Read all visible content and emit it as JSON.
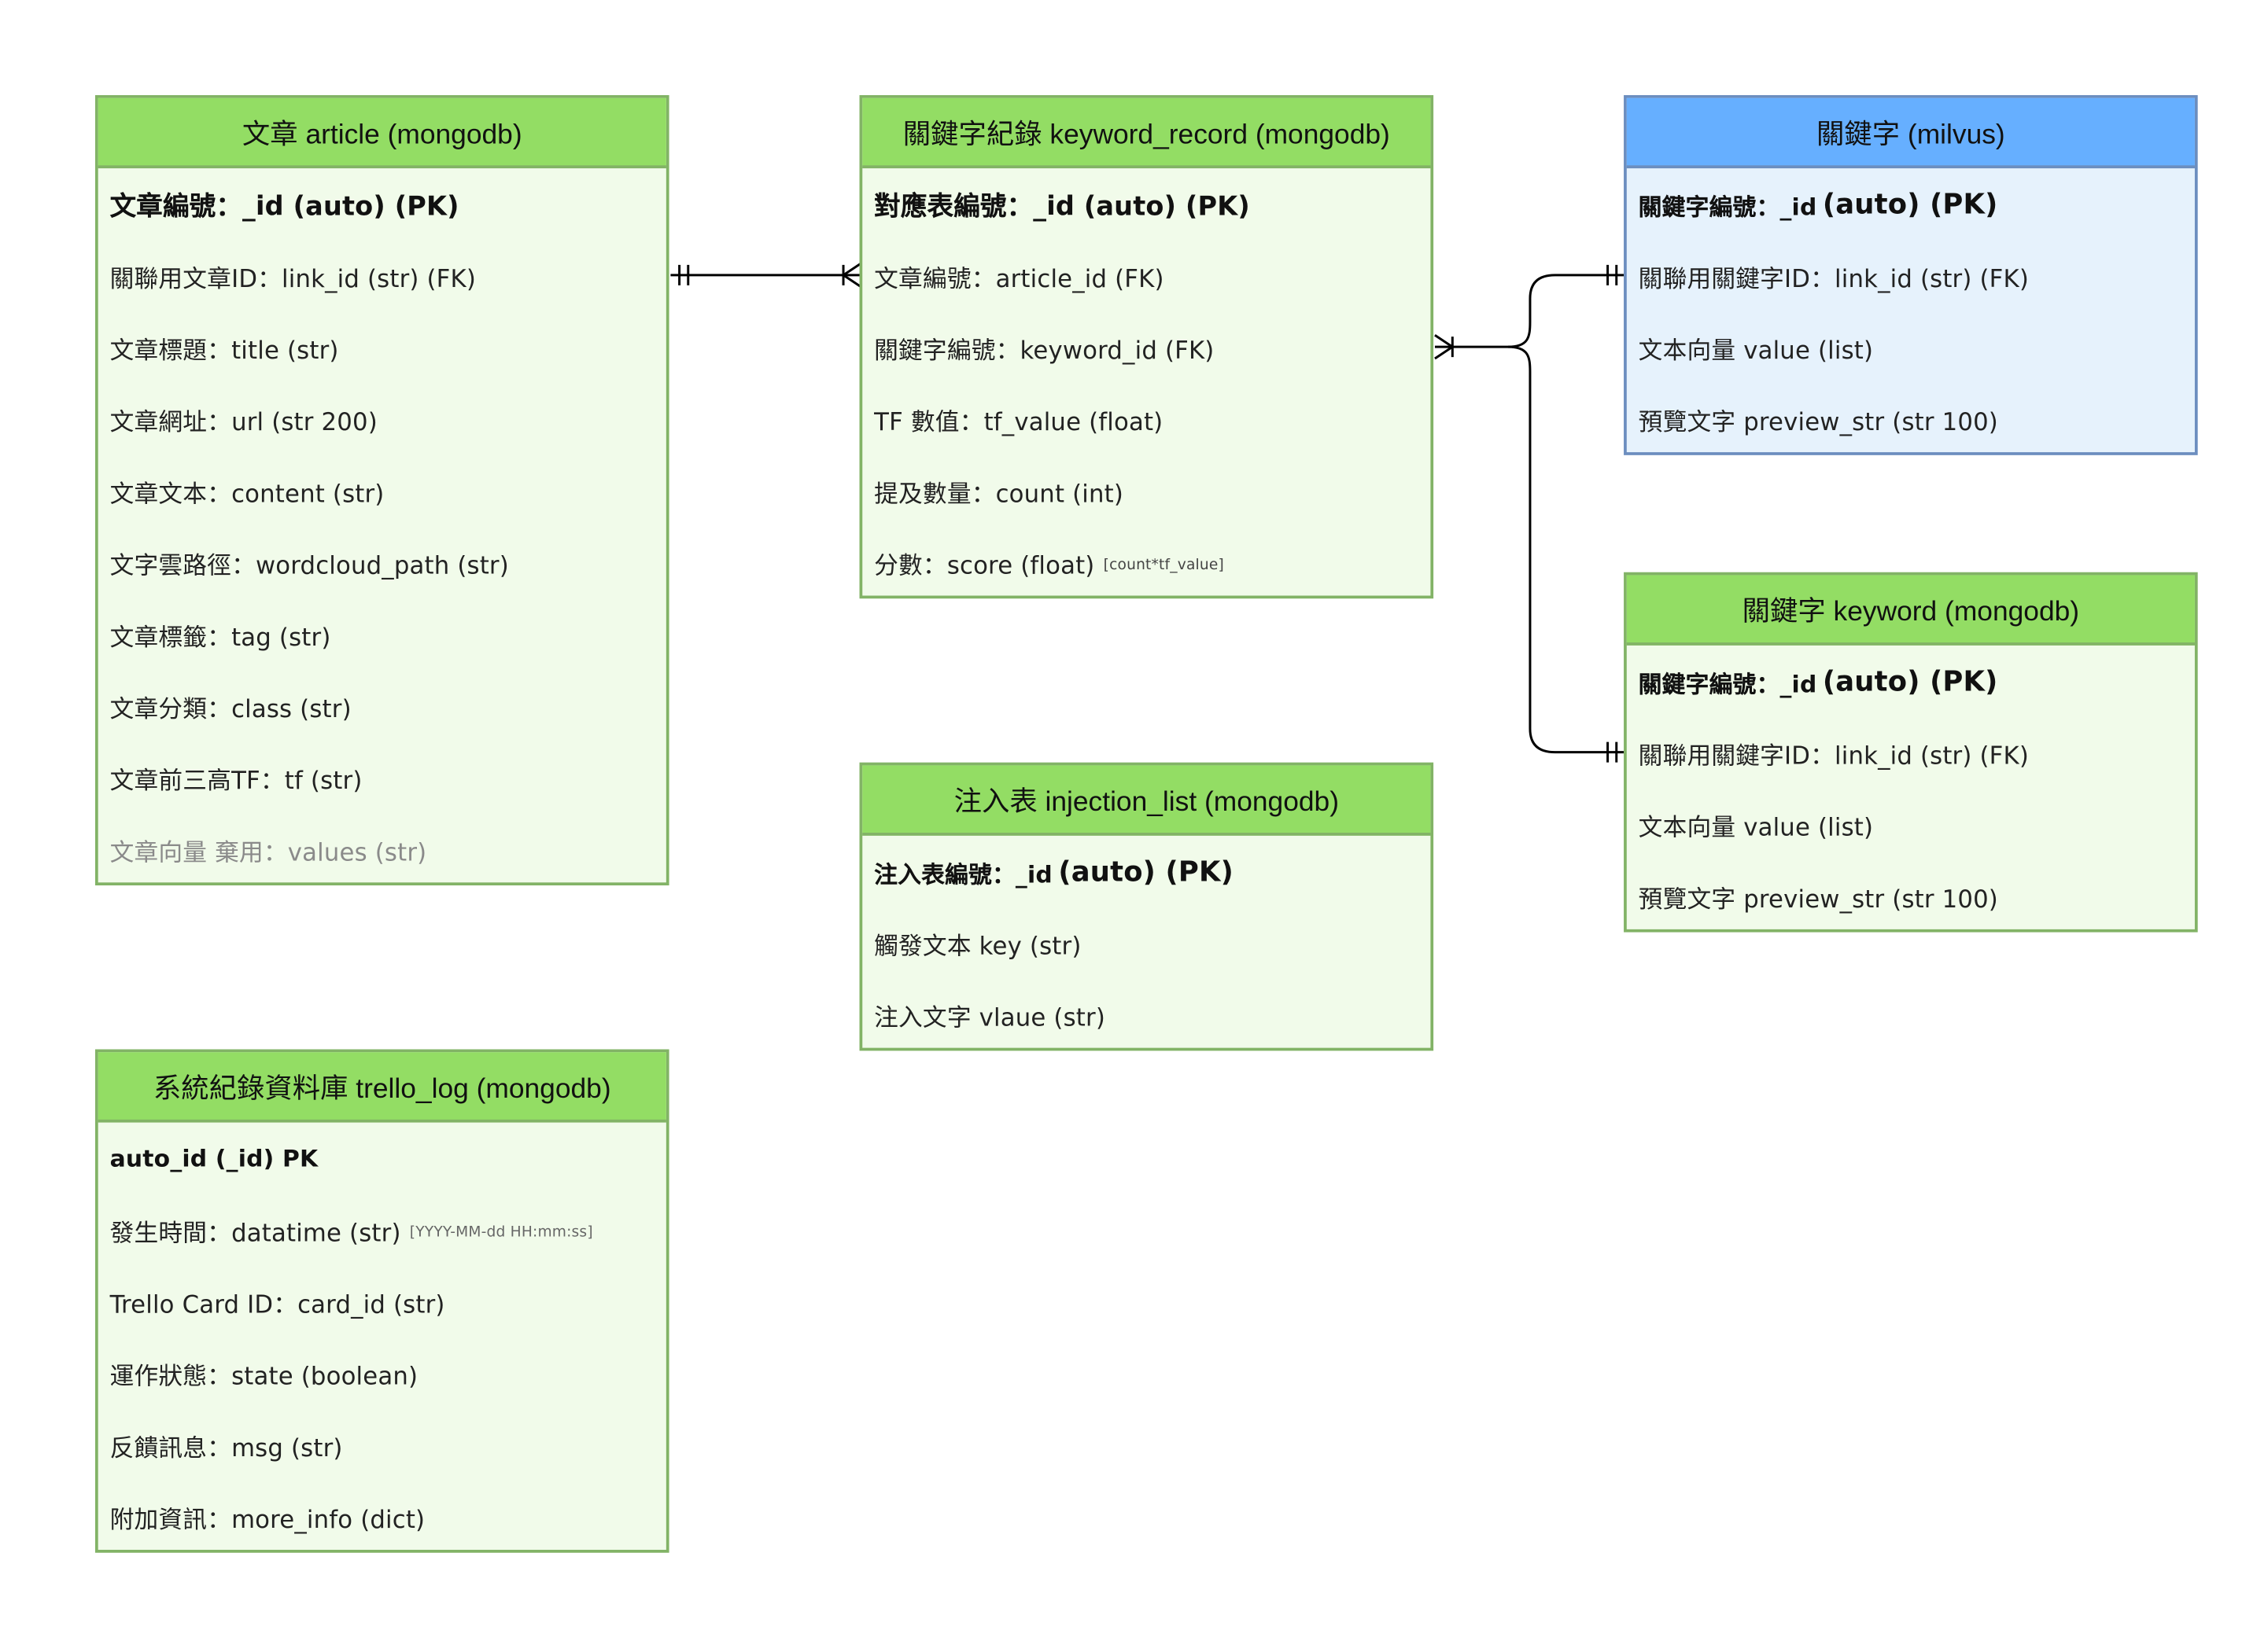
{
  "article": {
    "title": "文章 article (mongodb)",
    "fields": [
      "文章編號：_id (auto) (PK)",
      "關聯用文章ID：link_id (str) (FK)",
      "文章標題：title (str)",
      "文章網址：url (str 200)",
      "文章文本：content (str)",
      "文字雲路徑：wordcloud_path (str)",
      "文章標籤：tag (str)",
      "文章分類：class (str)",
      "文章前三高TF：tf (str)",
      "文章向量 棄用：values (str)"
    ]
  },
  "keyword_record": {
    "title": "關鍵字紀錄 keyword_record  (mongodb)",
    "fields": [
      "對應表編號：_id (auto) (PK)",
      "文章編號：article_id (FK)",
      "關鍵字編號：keyword_id (FK)",
      "TF 數值：tf_value (float)",
      "提及數量：count (int)",
      "分數：score (float)"
    ],
    "score_note": "[count*tf_value]"
  },
  "milvus": {
    "title": "關鍵字 (milvus)",
    "pk_prefix": "關鍵字編號：_id",
    "pk_suffix": "(auto) (PK)",
    "fields": [
      "關聯用關鍵字ID：link_id (str) (FK)",
      "文本向量 value (list)",
      "預覽文字 preview_str (str 100)"
    ]
  },
  "keyword": {
    "title": "關鍵字 keyword (mongodb)",
    "pk_prefix": "關鍵字編號：_id",
    "pk_suffix": "(auto) (PK)",
    "fields": [
      "關聯用關鍵字ID：link_id (str) (FK)",
      "文本向量 value (list)",
      "預覽文字 preview_str (str 100)"
    ]
  },
  "injection_list": {
    "title": "注入表 injection_list (mongodb)",
    "pk_prefix": "注入表編號：_id",
    "pk_suffix": "(auto) (PK)",
    "fields": [
      "觸發文本 key (str)",
      "注入文字 vlaue (str)"
    ]
  },
  "trello_log": {
    "title": "系統紀錄資料庫 trello_log (mongodb)",
    "fields": [
      "auto_id (_id) PK",
      "發生時間：datatime (str)",
      "Trello Card ID：card_id (str)",
      "運作狀態：state (boolean)",
      "反饋訊息：msg (str)",
      "附加資訊：more_info (dict)"
    ],
    "datetime_note": "[YYYY-MM-dd HH:mm:ss]"
  },
  "colors": {
    "green_header": "#93dd64",
    "green_body": "#f1fbea",
    "green_border": "#82b366",
    "blue_header": "#66afff",
    "blue_body": "#e6f2fc",
    "blue_border": "#6c8ebf",
    "connector": "#000000"
  }
}
